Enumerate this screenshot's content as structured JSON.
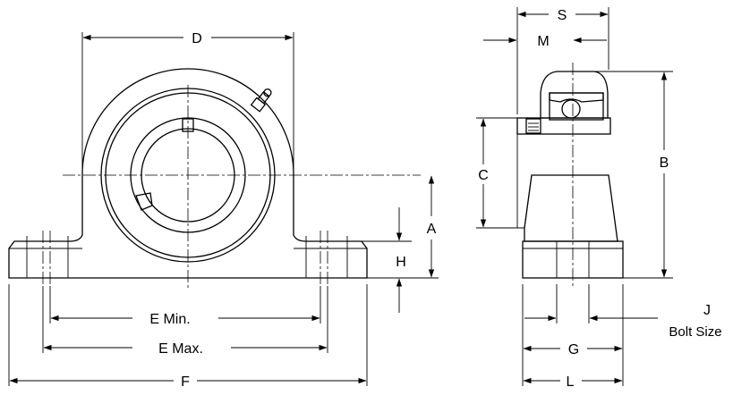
{
  "labels": {
    "D": "D",
    "A": "A",
    "H": "H",
    "E_min": "E Min.",
    "E_max": "E Max.",
    "F": "F",
    "S": "S",
    "M": "M",
    "B": "B",
    "C": "C",
    "J": "J",
    "bolt_size": "Bolt Size",
    "G": "G",
    "L": "L"
  },
  "colors": {
    "line": "#000000",
    "background": "#ffffff"
  }
}
